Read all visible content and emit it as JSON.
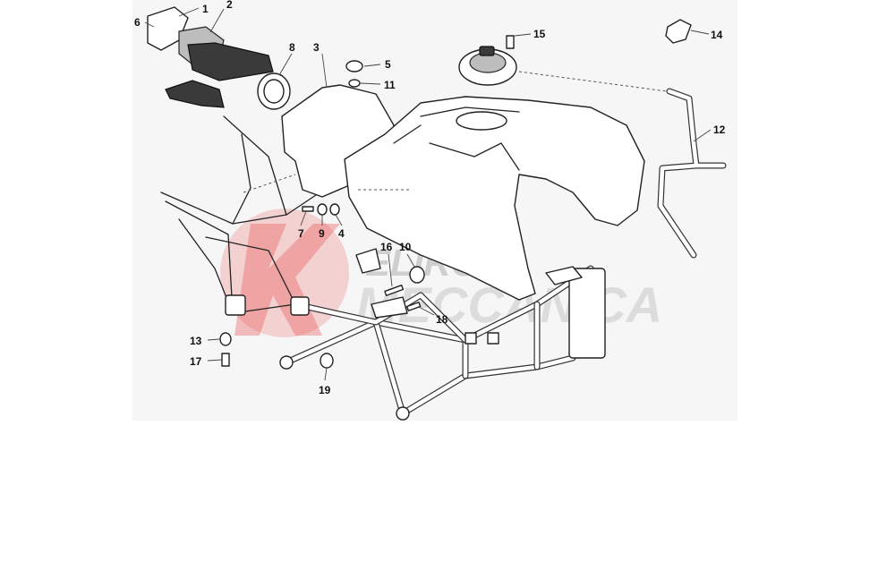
{
  "watermark": {
    "line1": "ELIRCH",
    "line2": "MECCANICA",
    "accent_color": "#e84d4d"
  },
  "callouts": {
    "c1": "1",
    "c2": "2",
    "c3": "3",
    "c4": "4",
    "c5": "5",
    "c6": "6",
    "c7": "7",
    "c8": "8",
    "c9": "9",
    "c10": "10",
    "c11": "11",
    "c12": "12",
    "c13": "13",
    "c14": "14",
    "c15": "15",
    "c16": "16",
    "c17": "17",
    "c18": "18",
    "c19": "19"
  }
}
